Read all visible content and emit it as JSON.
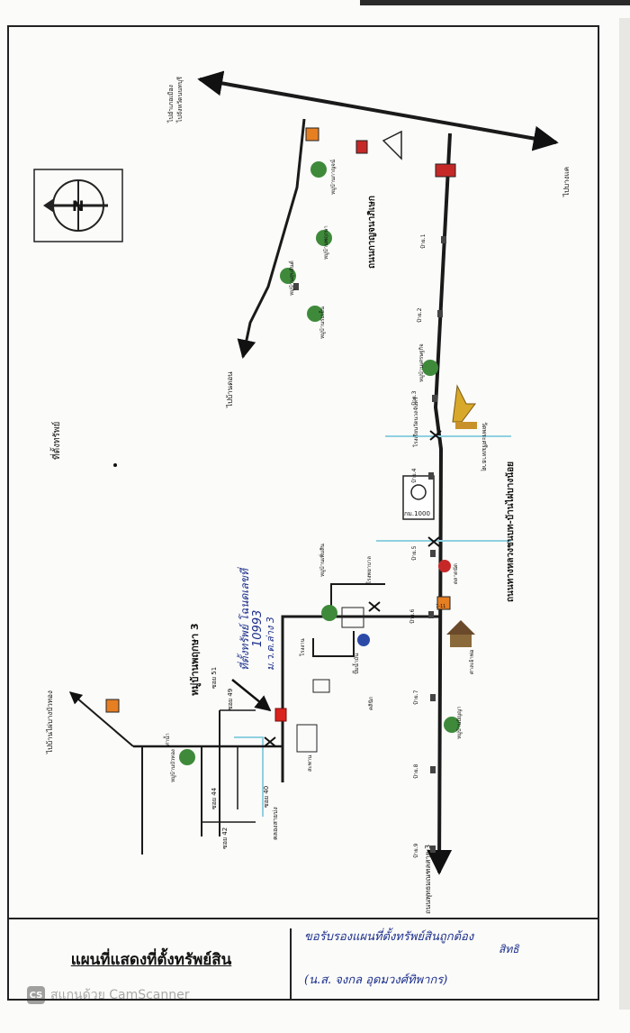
{
  "title": "แผนที่แสดงที่ตั้งทรัพย์สิน",
  "certification": {
    "line1": "ขอรับรองแผนที่ตั้งทรัพย์สินถูกต้อง",
    "signature": "สิทธิ",
    "line2": "(น.ส. จงกล อุดมวงศ์ทิพากร)"
  },
  "scanner_watermark": {
    "logo": "CS",
    "text": "สแกนด้วย CamScanner"
  },
  "map_labels": {
    "property_site": "ที่ตั้งทรัพย์",
    "property_id_line1": "ที่ตั้งทรัพย์ โฉนดเลขที่",
    "property_id_line2": "10993",
    "property_id_line3": "ม.ว.ต.ล่าง 3",
    "village_top": "หมู่บ้านพฤกษา 3",
    "soi_51": "ซอย 51",
    "soi_49": "ซอย 49",
    "soi_44": "ซอย 44",
    "soi_42": "ซอย 42",
    "soi_40": "ซอย 40",
    "canal": "คลองสายบ่ง",
    "to_bang_bua_thong": "ไปบ้านไผ่บางบัวทอง",
    "to_river": "ไปบ้านดอน",
    "to_top_road": "ไปอำเภอเมือง",
    "to_top_road2": "ไปจังหวัดนนทบุรี",
    "to_right": "ไปบางแค",
    "highway_label": "ถนนกาญจนาภิเษก",
    "main_road_label": "ถนนพุทธมณฑลสาย 3",
    "main_road_label2": "ถนนทางหลวงชนบท-บ้านไผ่บางน้อย",
    "km_box": "กม.1000",
    "temple": "วัดพระศรีมหาธาตุ",
    "school": "โรงเรียนวัดนวลจันทร์",
    "market": "ตลาดนัด",
    "gas_station": "ปั๊มน้ำมัน",
    "village_a": "หมู่บ้านพฤกษา",
    "village_b": "หมู่บ้านกาญจน์",
    "village_c": "หมู่บ้านสุขสันต์",
    "village_d": "หมู่บ้านร่มเย็น",
    "village_e": "หมู่บ้านเศรษฐกิจ",
    "village_f": "หมู่บ้านเพิ่มสิน",
    "village_g": "หมู่บ้านปัญญา",
    "village_h": "หมู่บ้านบัวทอง",
    "bus_stop_1": "ป้าย.1",
    "bus_stop_2": "ป้าย.2",
    "bus_stop_3": "ป้าย.3",
    "bus_stop_4": "ป้าย.4",
    "bus_stop_5": "ป้าย.5",
    "bus_stop_6": "ป้าย.6",
    "bus_stop_7": "ป้าย.7",
    "bus_stop_8": "ป้าย.8",
    "bus_stop_9": "ป้าย.9",
    "store_label": "7-11",
    "north": "N",
    "shrine": "ศาลเจ้าพ่อ",
    "bridge_label": "สะพาน",
    "pier": "ท่าน้ำ",
    "hospital": "โรงพยาบาล",
    "clinic": "คลินิก",
    "factory": "โรงงาน"
  },
  "colors": {
    "road": "#1a1a1a",
    "canal": "#8fd0e0",
    "tree": "#3e8a3a",
    "marker": "#d9231e",
    "ink_blue": "#1a2e8c"
  }
}
